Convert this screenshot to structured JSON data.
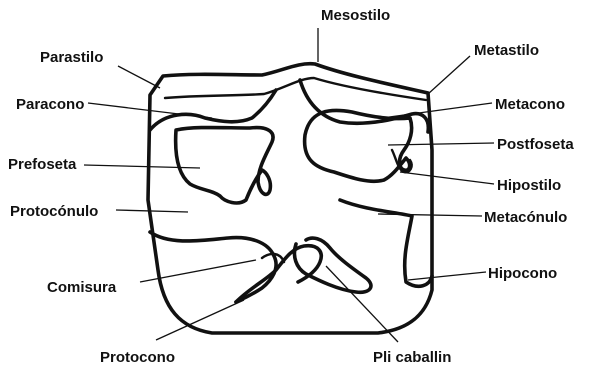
{
  "labels": {
    "mesostilo": "Mesostilo",
    "parastilo": "Parastilo",
    "metastilo": "Metastilo",
    "paracono": "Paracono",
    "metacono": "Metacono",
    "postfoseta": "Postfoseta",
    "prefoseta": "Prefoseta",
    "hipostilo": "Hipostilo",
    "protoconulo": "Protocónulo",
    "metaconulo": "Metacónulo",
    "comisura": "Comisura",
    "hipocono": "Hipocono",
    "protocono": "Protocono",
    "pli_caballin": "Pli caballin"
  }
}
